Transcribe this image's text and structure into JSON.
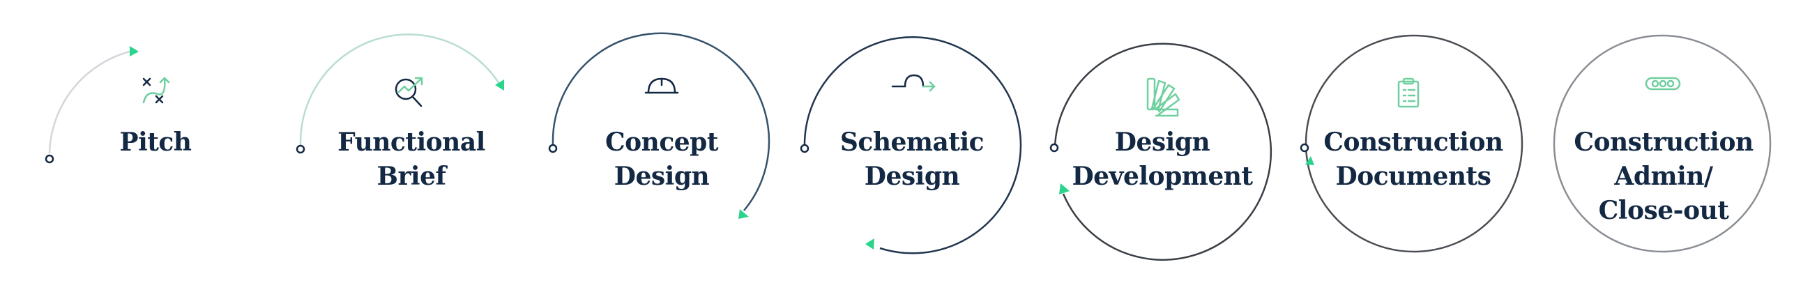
{
  "colors": {
    "navy": "#132843",
    "accent_green": "#2bd48c",
    "icon_green": "#6fcf9f"
  },
  "stages": [
    {
      "lines": [
        "Pitch"
      ],
      "icon": "strategy-play-icon"
    },
    {
      "lines": [
        "Functional",
        "Brief"
      ],
      "icon": "magnifier-trend-icon"
    },
    {
      "lines": [
        "Concept",
        "Design"
      ],
      "icon": "hard-hat-icon"
    },
    {
      "lines": [
        "Schematic",
        "Design"
      ],
      "icon": "path-arrow-icon"
    },
    {
      "lines": [
        "Design",
        "Development"
      ],
      "icon": "swatch-fan-icon"
    },
    {
      "lines": [
        "Construction",
        "Documents"
      ],
      "icon": "clipboard-icon"
    },
    {
      "lines": [
        "Construction",
        "Admin/",
        "Close-out"
      ],
      "icon": "ellipsis-pill-icon"
    }
  ]
}
